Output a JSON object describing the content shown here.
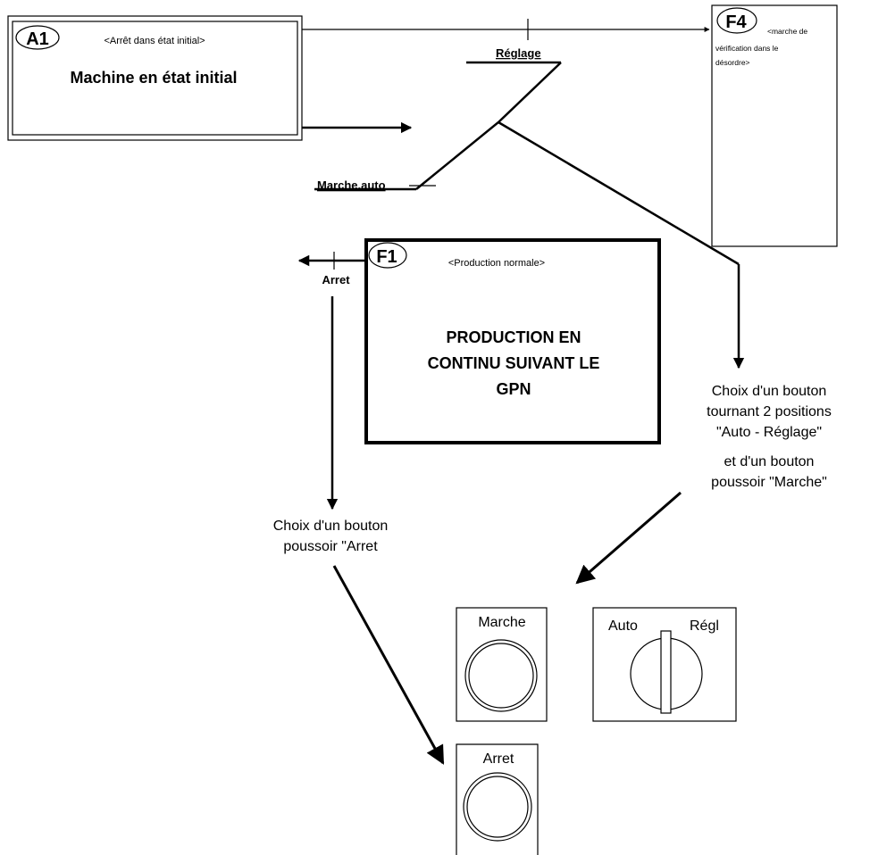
{
  "boxes": {
    "a1": {
      "tag": "A1",
      "comment": "<Arrêt dans état initial>",
      "title": "Machine en état initial"
    },
    "f4": {
      "tag": "F4",
      "comment": [
        "<marche de",
        "vérification dans le",
        "désordre>"
      ]
    },
    "f1": {
      "tag": "F1",
      "comment": "<Production normale>",
      "title": [
        "PRODUCTION EN",
        "CONTINU SUIVANT LE",
        "GPN"
      ]
    }
  },
  "transitions": {
    "reglage": "Réglage",
    "marche_auto": "Marche.auto",
    "arret": "Arret"
  },
  "notes": {
    "arret_choice": [
      "Choix d'un bouton",
      "poussoir \"Arret"
    ],
    "marche_choice": [
      "Choix d'un bouton",
      "tournant 2 positions",
      "\"Auto - Réglage\"",
      "et d'un bouton",
      "poussoir \"Marche\""
    ]
  },
  "panels": {
    "marche": "Marche",
    "selector_auto": "Auto",
    "selector_regl": "Régl",
    "arret": "Arret"
  }
}
